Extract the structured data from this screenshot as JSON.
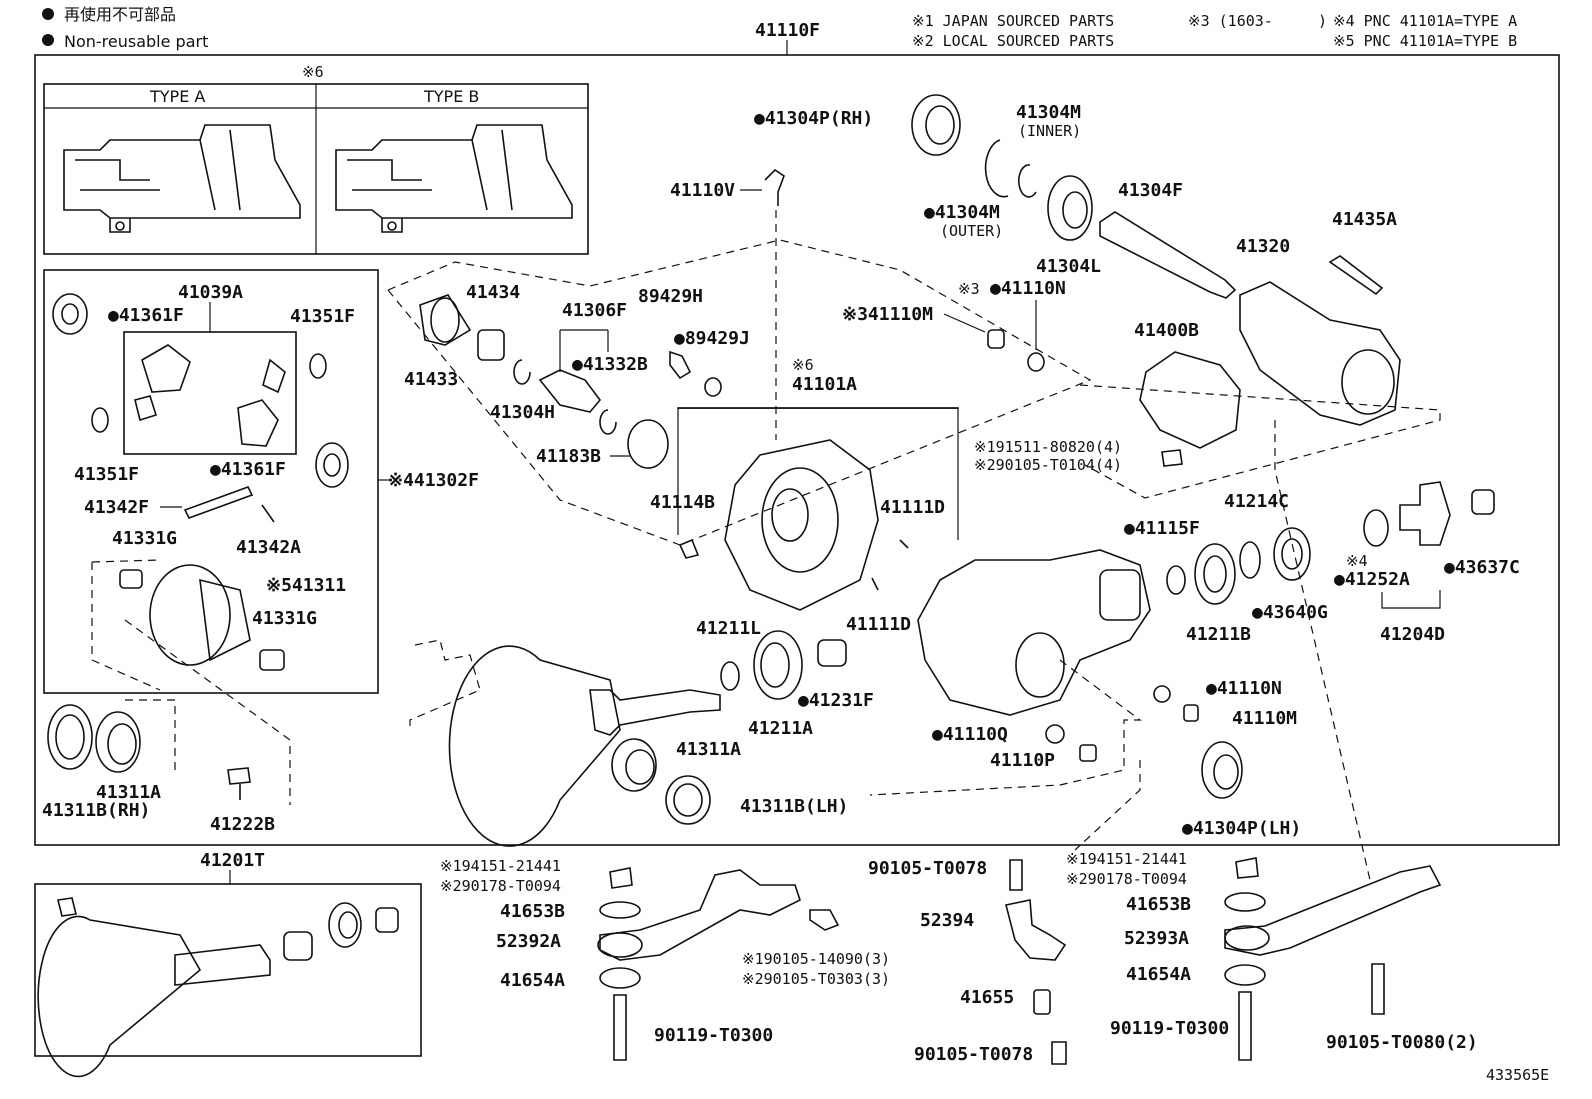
{
  "legend": {
    "jp_label": "再使用不可部品",
    "en_label": "Non-reusable part"
  },
  "notes": {
    "n1": "※1 JAPAN SOURCED PARTS",
    "n2": "※2 LOCAL SOURCED PARTS",
    "n3": "※3 (1603-",
    "n3_close": ")",
    "n4": "※4 PNC 41101A=TYPE A",
    "n5": "※5 PNC 41101A=TYPE B"
  },
  "inset": {
    "mark": "※6",
    "type_a": "TYPE A",
    "type_b": "TYPE B"
  },
  "assembly_top": "41110F",
  "assembly_bottom": "41201T",
  "drawing_no": "433565E",
  "labels": {
    "p41039A": "41039A",
    "p41361F_a": "●41361F",
    "p41351F_a": "41351F",
    "p41351F_b": "41351F",
    "p41361F_b": "●41361F",
    "p41342F": "41342F",
    "p41342A": "41342A",
    "p41302F": "※441302F",
    "p41331G_a": "41331G",
    "p41311": "※541311",
    "p41331G_b": "41331G",
    "p41311B_rh": "41311B(RH)",
    "p41311A_a": "41311A",
    "p41222B": "41222B",
    "p41434": "41434",
    "p41433": "41433",
    "p41304H": "41304H",
    "p41306F": "41306F",
    "p41332B": "●41332B",
    "p89429H": "89429H",
    "p89429J": "●89429J",
    "p41183B": "41183B",
    "p41110V": "41110V",
    "p41304P_rh": "●41304P(RH)",
    "p41304M_inner": "41304M",
    "p41304M_inner_sub": "(INNER)",
    "p41304M_outer": "●41304M",
    "p41304M_outer_sub": "(OUTER)",
    "p41304L": "41304L",
    "p41304F": "41304F",
    "p41320": "41320",
    "p41435A": "41435A",
    "p41110N_a_mark": "※3",
    "p41110N_a": "●41110N",
    "p41110M_a": "※341110M",
    "p41400B": "41400B",
    "p41101A_mark": "※6",
    "p41101A": "41101A",
    "p191511": "※191511-80820(4)",
    "p290105a": "※290105-T0104(4)",
    "p41114B": "41114B",
    "p41111D_a": "41111D",
    "p41111D_b": "41111D",
    "p41115F": "●41115F",
    "p41214C": "41214C",
    "p41211B": "41211B",
    "p43640G": "●43640G",
    "p41252A_mark": "※4",
    "p41252A": "●41252A",
    "p43637C": "●43637C",
    "p41204D": "41204D",
    "p41211L": "41211L",
    "p41211A": "41211A",
    "p41231F": "●41231F",
    "p41311A_b": "41311A",
    "p41311B_lh": "41311B(LH)",
    "p41110N_b": "●41110N",
    "p41110M_b": "41110M",
    "p41110Q": "●41110Q",
    "p41110P": "41110P",
    "p41304P_lh": "●41304P(LH)",
    "p194151_a": "※194151-21441",
    "p290178_a": "※290178-T0094",
    "p41653B_a": "41653B",
    "p52392A": "52392A",
    "p41654A_a": "41654A",
    "p90119_a": "90119-T0300",
    "p190105": "※190105-14090(3)",
    "p290105b": "※290105-T0303(3)",
    "p90105_T0078_a": "90105-T0078",
    "p52394": "52394",
    "p41655": "41655",
    "p90105_T0078_b": "90105-T0078",
    "p194151_b": "※194151-21441",
    "p290178_b": "※290178-T0094",
    "p41653B_b": "41653B",
    "p52393A": "52393A",
    "p41654A_b": "41654A",
    "p90119_b": "90119-T0300",
    "p90105_T0080": "90105-T0080(2)"
  }
}
